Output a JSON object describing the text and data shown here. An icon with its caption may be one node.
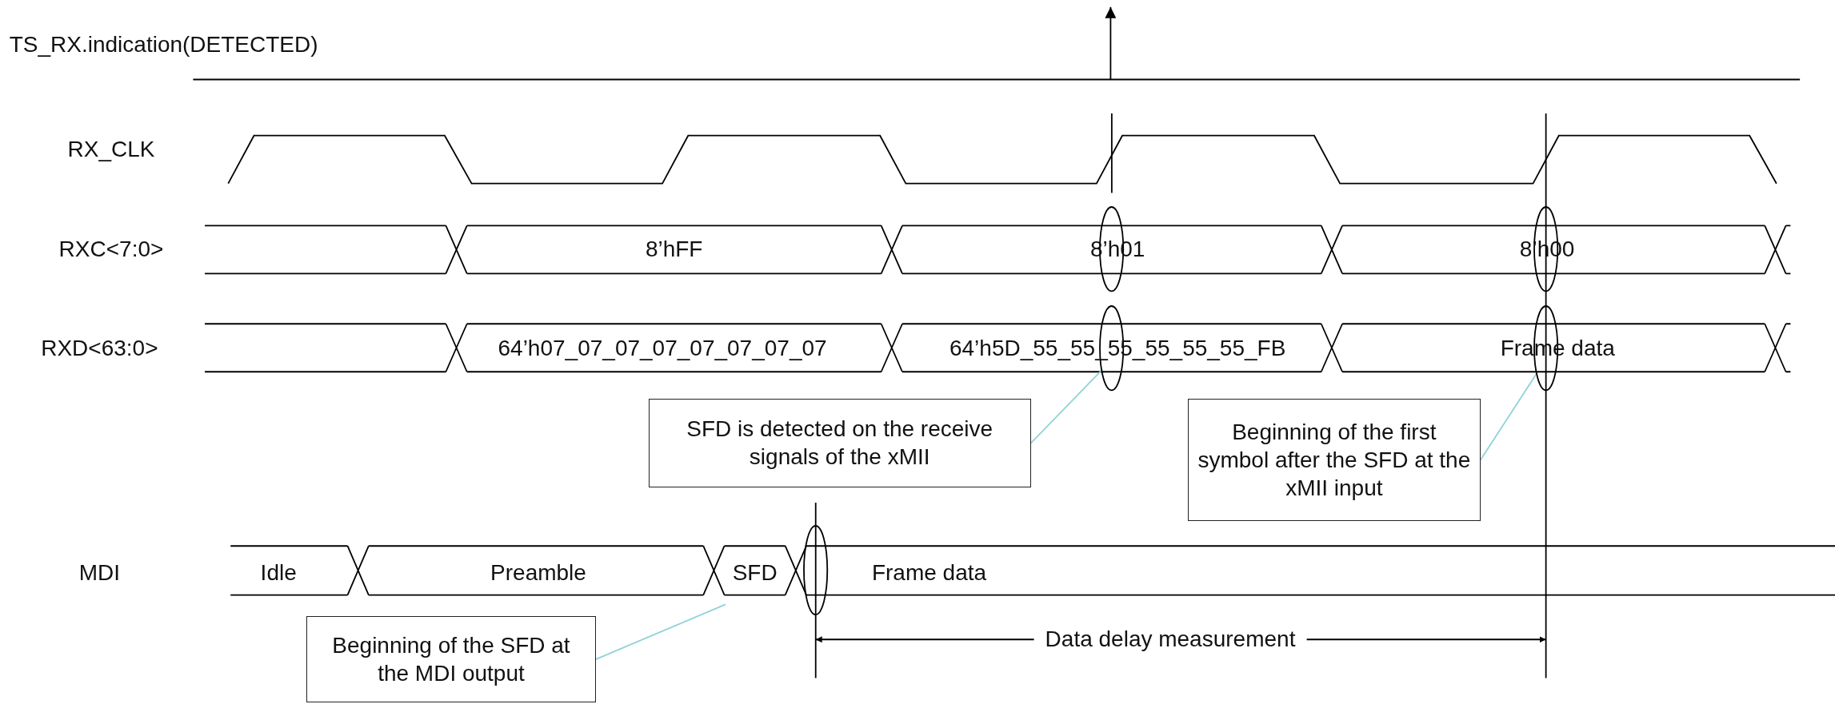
{
  "diagram": {
    "nodes": [
      {
        "text": [],
        "shape": "ellipse"
      },
      {
        "text": [],
        "shape": "ellipse"
      },
      {
        "text": [],
        "shape": "ellipse"
      },
      {
        "text": [],
        "shape": "ellipse"
      },
      {
        "text": [
          "SFD is detected on the receive signals of the xMII"
        ]
      },
      {
        "text": [
          "Beginning of the first symbol after the SFD at the xMII input"
        ]
      },
      {
        "text": [],
        "shape": "ellipse"
      },
      {
        "text": [
          "Beginning of the SFD at the MDI output"
        ]
      }
    ],
    "edges": [
      {
        "from": 4,
        "to": 2,
        "arrow": "none"
      },
      {
        "from": 5,
        "to": 3,
        "arrow": "none"
      },
      {
        "from": 7,
        "to": null,
        "arrow": "none"
      }
    ],
    "labels": [
      "TS_RX.indication(DETECTED)",
      "RX_CLK",
      "RXC<7:0>",
      "8’hFF",
      "8’h01",
      "8’h00",
      "RXD<63:0>",
      "64’h07_07_07_07_07_07_07_07",
      "64’h5D_55_55_55_55_55_55_FB",
      "Frame data",
      "MDI",
      "Idle",
      "Preamble",
      "SFD",
      "Frame data",
      "Data delay measurement"
    ]
  }
}
